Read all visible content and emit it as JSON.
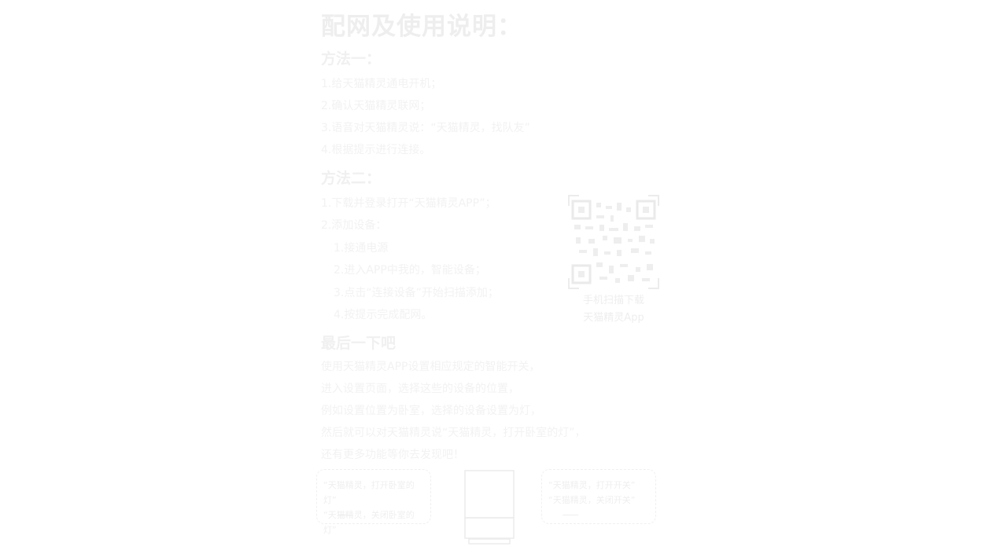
{
  "title": "配网及使用说明：",
  "method1": {
    "heading": "方法一：",
    "steps": [
      "1.给天猫精灵通电开机；",
      "2.确认天猫精灵联网；",
      "3.语音对天猫精灵说：“天猫精灵，找队友”",
      "4.根据提示进行连接。"
    ]
  },
  "method2": {
    "heading": "方法二：",
    "steps": [
      "1.下载并登录打开“天猫精灵APP”；",
      "2.添加设备："
    ],
    "substeps": [
      "1.接通电源",
      "2.进入APP中我的，智能设备；",
      "3.点击“连接设备”开始扫描添加；",
      "4.按提示完成配网。"
    ]
  },
  "qr": {
    "caption_line1": "手机扫描下载",
    "caption_line2": "天猫精灵App"
  },
  "method3": {
    "heading": "最后一下吧",
    "lines": [
      "使用天猫精灵APP设置相应规定的智能开关，",
      "进入设置页面，选择这些的设备的位置，",
      "例如设置位置为卧室，选择的设备设置为灯，",
      "然后就可以对天猫精灵说“天猫精灵，打开卧室的灯”，",
      "还有更多功能等你去发现吧！"
    ]
  },
  "bubbles": {
    "left": [
      "“天猫精灵，打开卧室的灯”",
      "“天猫精灵，关闭卧室的灯”"
    ],
    "right": [
      "“天猫精灵，打开开关”",
      "“天猫精灵，关闭开关”"
    ]
  }
}
